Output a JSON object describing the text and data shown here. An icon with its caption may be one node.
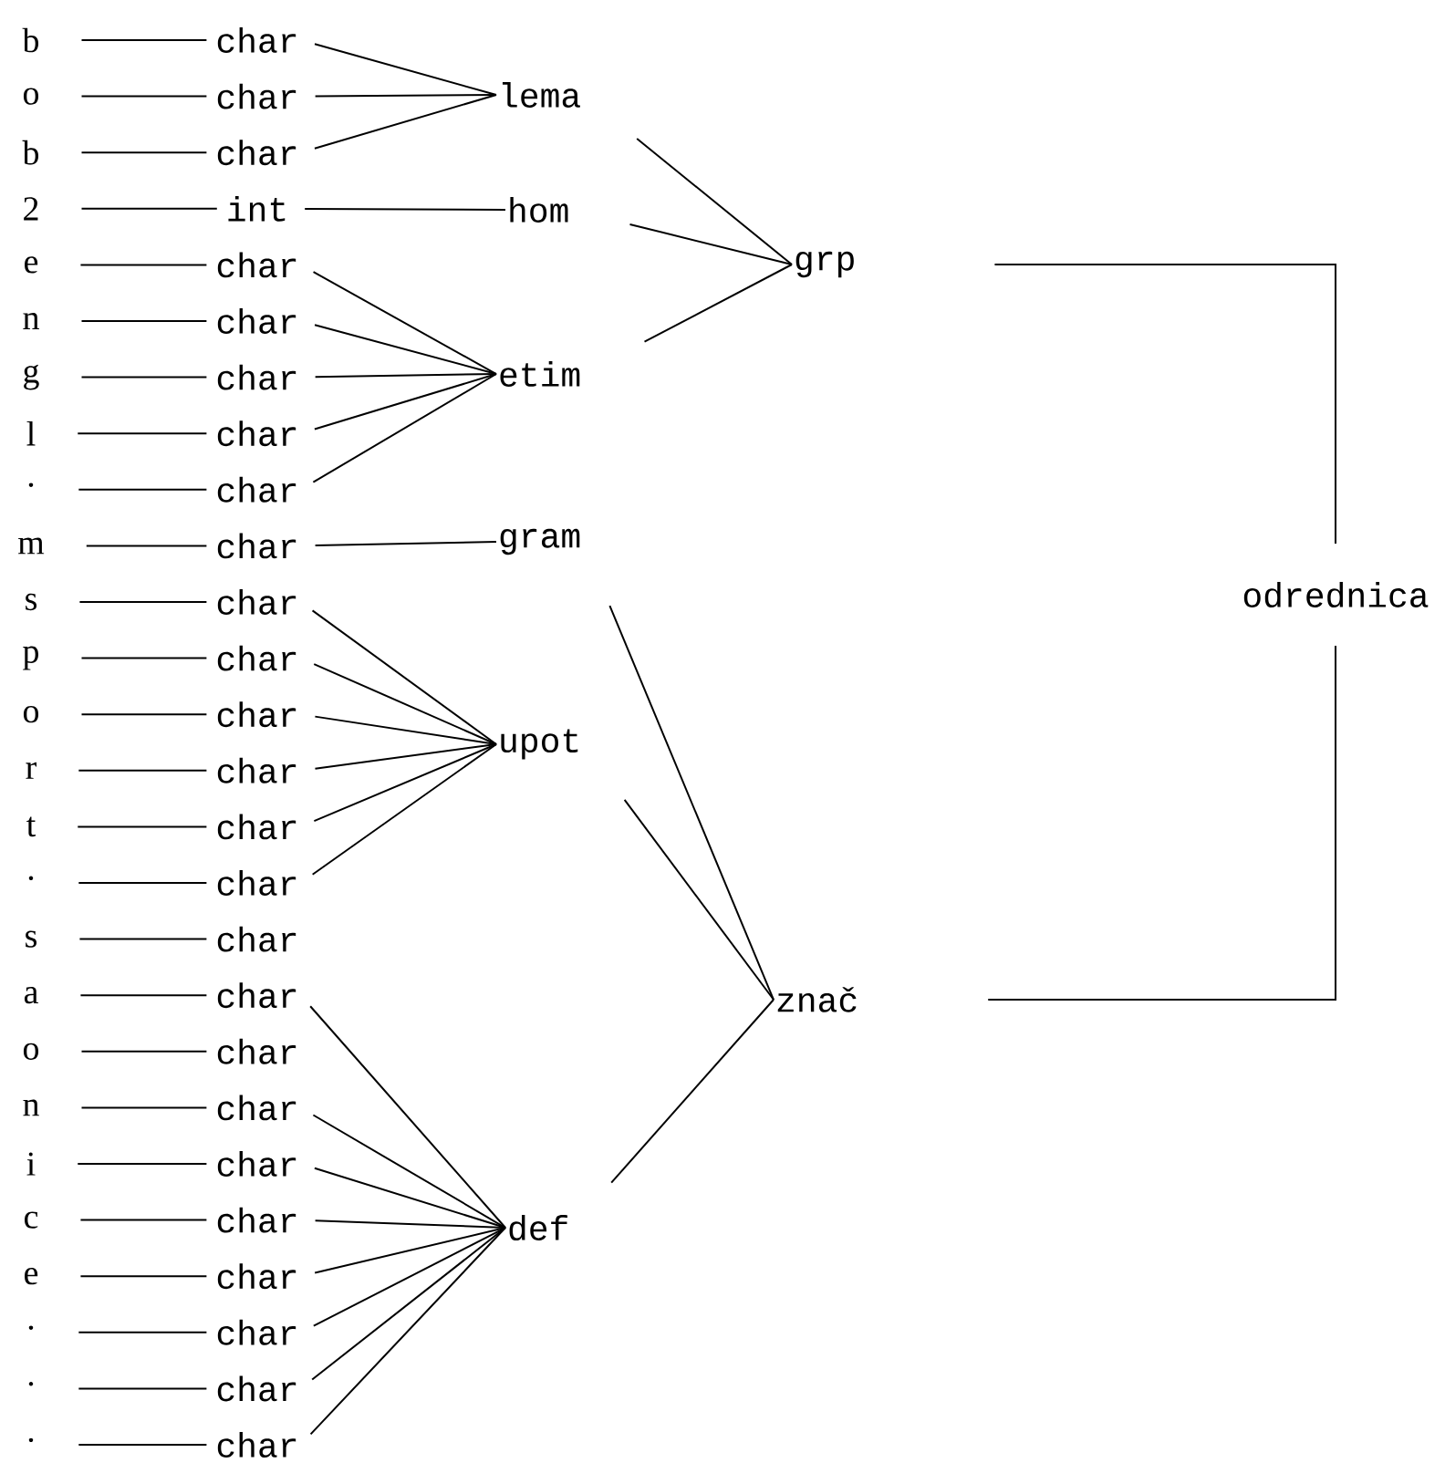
{
  "diagram": {
    "nodes": [
      {
        "text": [
          "b"
        ]
      },
      {
        "text": [
          "o"
        ]
      },
      {
        "text": [
          "b"
        ]
      },
      {
        "text": [
          "2"
        ]
      },
      {
        "text": [
          "e"
        ]
      },
      {
        "text": [
          "n"
        ]
      },
      {
        "text": [
          "g"
        ]
      },
      {
        "text": [
          "l"
        ]
      },
      {
        "text": [
          "·"
        ]
      },
      {
        "text": [
          "m"
        ]
      },
      {
        "text": [
          "s"
        ]
      },
      {
        "text": [
          "p"
        ]
      },
      {
        "text": [
          "o"
        ]
      },
      {
        "text": [
          "r"
        ]
      },
      {
        "text": [
          "t"
        ]
      },
      {
        "text": [
          "·"
        ]
      },
      {
        "text": [
          "s"
        ]
      },
      {
        "text": [
          "a"
        ]
      },
      {
        "text": [
          "o"
        ]
      },
      {
        "text": [
          "n"
        ]
      },
      {
        "text": [
          "i"
        ]
      },
      {
        "text": [
          "c"
        ]
      },
      {
        "text": [
          "e"
        ]
      },
      {
        "text": [
          "·"
        ]
      },
      {
        "text": [
          "·"
        ]
      },
      {
        "text": [
          "·"
        ]
      },
      {
        "text": [
          "char"
        ]
      },
      {
        "text": [
          "char"
        ]
      },
      {
        "text": [
          "char"
        ]
      },
      {
        "text": [
          "int"
        ]
      },
      {
        "text": [
          "char"
        ]
      },
      {
        "text": [
          "char"
        ]
      },
      {
        "text": [
          "char"
        ]
      },
      {
        "text": [
          "char"
        ]
      },
      {
        "text": [
          "char"
        ]
      },
      {
        "text": [
          "char"
        ]
      },
      {
        "text": [
          "char"
        ]
      },
      {
        "text": [
          "char"
        ]
      },
      {
        "text": [
          "char"
        ]
      },
      {
        "text": [
          "char"
        ]
      },
      {
        "text": [
          "char"
        ]
      },
      {
        "text": [
          "char"
        ]
      },
      {
        "text": [
          "char"
        ]
      },
      {
        "text": [
          "char"
        ]
      },
      {
        "text": [
          "char"
        ]
      },
      {
        "text": [
          "char"
        ]
      },
      {
        "text": [
          "char"
        ]
      },
      {
        "text": [
          "char"
        ]
      },
      {
        "text": [
          "char"
        ]
      },
      {
        "text": [
          "char"
        ]
      },
      {
        "text": [
          "char"
        ]
      },
      {
        "text": [
          "char"
        ]
      },
      {
        "text": [
          "lema"
        ]
      },
      {
        "text": [
          "hom"
        ]
      },
      {
        "text": [
          "etim"
        ]
      },
      {
        "text": [
          "gram"
        ]
      },
      {
        "text": [
          "upot"
        ]
      },
      {
        "text": [
          "def"
        ]
      },
      {
        "text": [
          "grp"
        ]
      },
      {
        "text": [
          "znač"
        ]
      },
      {
        "text": [
          "odrednica"
        ]
      }
    ],
    "edges": [
      {
        "from": 0,
        "to": 26,
        "arrow": "none"
      },
      {
        "from": 1,
        "to": 27,
        "arrow": "none"
      },
      {
        "from": 2,
        "to": 28,
        "arrow": "none"
      },
      {
        "from": 3,
        "to": 29,
        "arrow": "none"
      },
      {
        "from": 4,
        "to": 30,
        "arrow": "none"
      },
      {
        "from": 5,
        "to": 31,
        "arrow": "none"
      },
      {
        "from": 6,
        "to": 32,
        "arrow": "none"
      },
      {
        "from": 7,
        "to": 33,
        "arrow": "none"
      },
      {
        "from": 8,
        "to": 34,
        "arrow": "none"
      },
      {
        "from": 9,
        "to": 35,
        "arrow": "none"
      },
      {
        "from": 10,
        "to": 36,
        "arrow": "none"
      },
      {
        "from": 11,
        "to": 37,
        "arrow": "none"
      },
      {
        "from": 12,
        "to": 38,
        "arrow": "none"
      },
      {
        "from": 13,
        "to": 39,
        "arrow": "none"
      },
      {
        "from": 14,
        "to": 40,
        "arrow": "none"
      },
      {
        "from": 15,
        "to": 41,
        "arrow": "none"
      },
      {
        "from": 16,
        "to": 42,
        "arrow": "none"
      },
      {
        "from": 17,
        "to": 43,
        "arrow": "none"
      },
      {
        "from": 18,
        "to": 44,
        "arrow": "none"
      },
      {
        "from": 19,
        "to": 45,
        "arrow": "none"
      },
      {
        "from": 20,
        "to": 46,
        "arrow": "none"
      },
      {
        "from": 21,
        "to": 47,
        "arrow": "none"
      },
      {
        "from": 22,
        "to": 48,
        "arrow": "none"
      },
      {
        "from": 23,
        "to": 49,
        "arrow": "none"
      },
      {
        "from": 24,
        "to": 50,
        "arrow": "none"
      },
      {
        "from": 25,
        "to": 51,
        "arrow": "none"
      },
      {
        "from": 26,
        "to": 52,
        "arrow": "none"
      },
      {
        "from": 27,
        "to": 52,
        "arrow": "none"
      },
      {
        "from": 28,
        "to": 52,
        "arrow": "none"
      },
      {
        "from": 29,
        "to": 53,
        "arrow": "none"
      },
      {
        "from": 30,
        "to": 54,
        "arrow": "none"
      },
      {
        "from": 31,
        "to": 54,
        "arrow": "none"
      },
      {
        "from": 32,
        "to": 54,
        "arrow": "none"
      },
      {
        "from": 33,
        "to": 54,
        "arrow": "none"
      },
      {
        "from": 34,
        "to": 54,
        "arrow": "none"
      },
      {
        "from": 35,
        "to": 55,
        "arrow": "none"
      },
      {
        "from": 36,
        "to": 56,
        "arrow": "none"
      },
      {
        "from": 37,
        "to": 56,
        "arrow": "none"
      },
      {
        "from": 38,
        "to": 56,
        "arrow": "none"
      },
      {
        "from": 39,
        "to": 56,
        "arrow": "none"
      },
      {
        "from": 40,
        "to": 56,
        "arrow": "none"
      },
      {
        "from": 41,
        "to": 56,
        "arrow": "none"
      },
      {
        "from": 43,
        "to": 57,
        "arrow": "none"
      },
      {
        "from": 45,
        "to": 57,
        "arrow": "none"
      },
      {
        "from": 46,
        "to": 57,
        "arrow": "none"
      },
      {
        "from": 47,
        "to": 57,
        "arrow": "none"
      },
      {
        "from": 48,
        "to": 57,
        "arrow": "none"
      },
      {
        "from": 49,
        "to": 57,
        "arrow": "none"
      },
      {
        "from": 50,
        "to": 57,
        "arrow": "none"
      },
      {
        "from": 51,
        "to": 57,
        "arrow": "none"
      },
      {
        "from": 52,
        "to": 58,
        "arrow": "none"
      },
      {
        "from": 53,
        "to": 58,
        "arrow": "none"
      },
      {
        "from": 54,
        "to": 58,
        "arrow": "none"
      },
      {
        "from": 55,
        "to": 59,
        "arrow": "none"
      },
      {
        "from": 56,
        "to": 59,
        "arrow": "none"
      },
      {
        "from": 57,
        "to": 59,
        "arrow": "none"
      },
      {
        "from": 58,
        "to": 60,
        "arrow": "none"
      },
      {
        "from": 59,
        "to": 60,
        "arrow": "none"
      }
    ]
  }
}
